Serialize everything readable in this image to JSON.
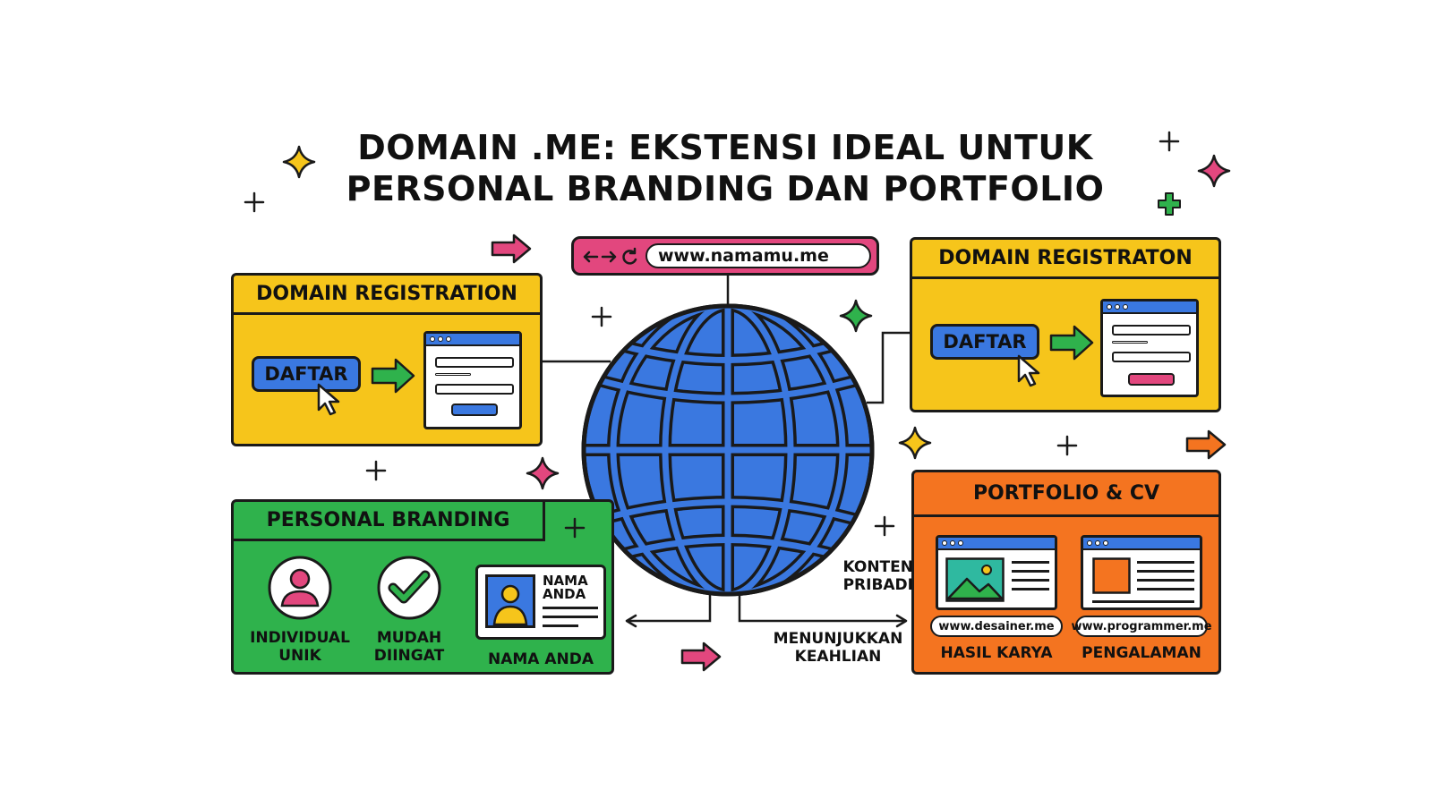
{
  "title": {
    "line1": "DOMAIN .ME: EKSTENSI IDEAL UNTUK",
    "line2": "PERSONAL BRANDING DAN PORTFOLIO"
  },
  "browser": {
    "url": "www.namamu.me",
    "icons": [
      "arrow-left-icon",
      "arrow-right-icon",
      "reload-icon"
    ]
  },
  "left_registration": {
    "header": "DOMAIN REGISTRATION",
    "button": "DAFTAR"
  },
  "right_registration": {
    "header": "DOMAIN REGISTRATON",
    "button": "DAFTAR"
  },
  "personal_branding": {
    "header": "PERSONAL BRANDING",
    "items": [
      {
        "label_line1": "INDIVIDUAL",
        "label_line2": "UNIK",
        "icon": "person-icon"
      },
      {
        "label_line1": "MUDAH",
        "label_line2": "DIINGAT",
        "icon": "checkmark-icon"
      }
    ],
    "card_name_line1": "NAMA",
    "card_name_line2": "ANDA",
    "card_label": "NAMA ANDA"
  },
  "portfolio": {
    "header": "PORTFOLIO & CV",
    "items": [
      {
        "url": "www.desainer.me",
        "label": "HASIL KARYA",
        "icon": "image-icon"
      },
      {
        "url": "www.programmer.me",
        "label": "PENGALAMAN",
        "icon": "document-icon"
      }
    ]
  },
  "connectors": {
    "konten_line1": "KONTEN",
    "konten_line2": "PRIBADI",
    "keahlian_line1": "MENUNJUKKAN",
    "keahlian_line2": "KEAHLIAN"
  },
  "colors": {
    "yellow": "#f6c51b",
    "green": "#2fb24c",
    "orange": "#f47420",
    "blue": "#3a78e0",
    "pink": "#e2477e",
    "outline": "#1a1a1a"
  }
}
